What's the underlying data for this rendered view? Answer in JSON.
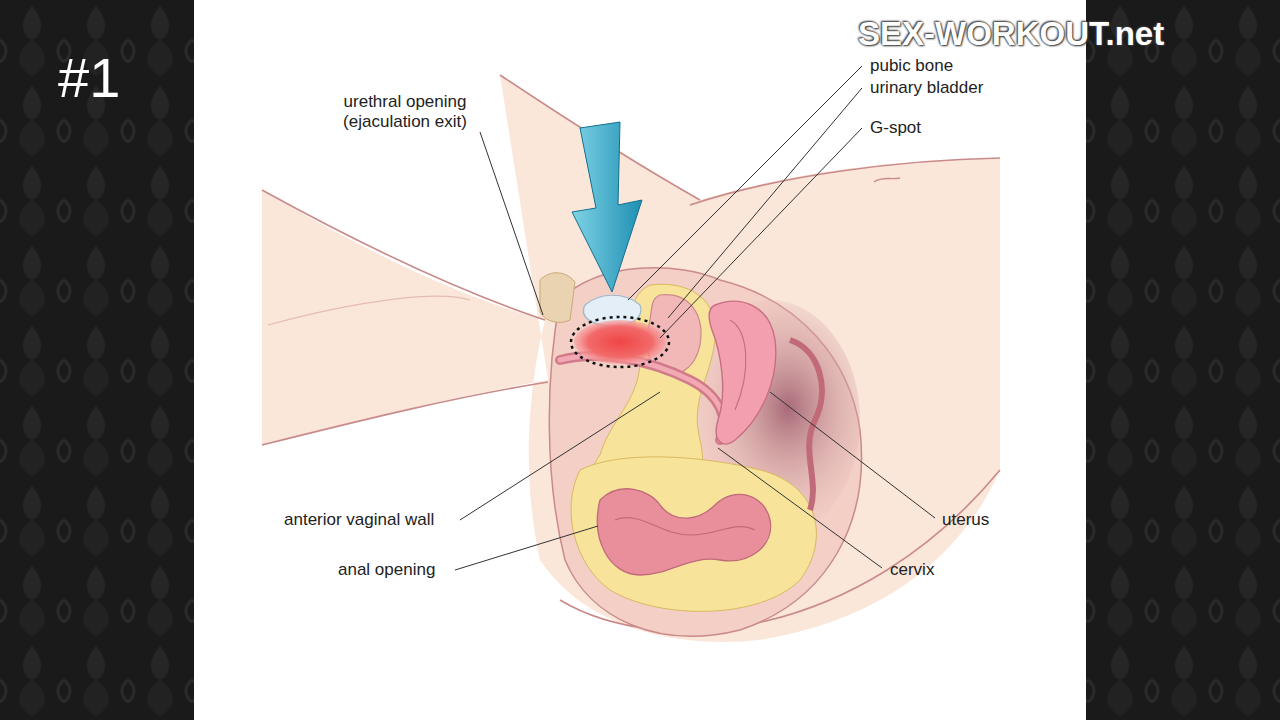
{
  "diagram": {
    "labels": [
      "#1",
      "SEX-WORKOUT.net",
      "pubic bone",
      "urinary bladder",
      "G-spot",
      "urethral opening (ejaculation exit)",
      "anterior vaginal wall",
      "anal opening",
      "uterus",
      "cervix"
    ]
  }
}
